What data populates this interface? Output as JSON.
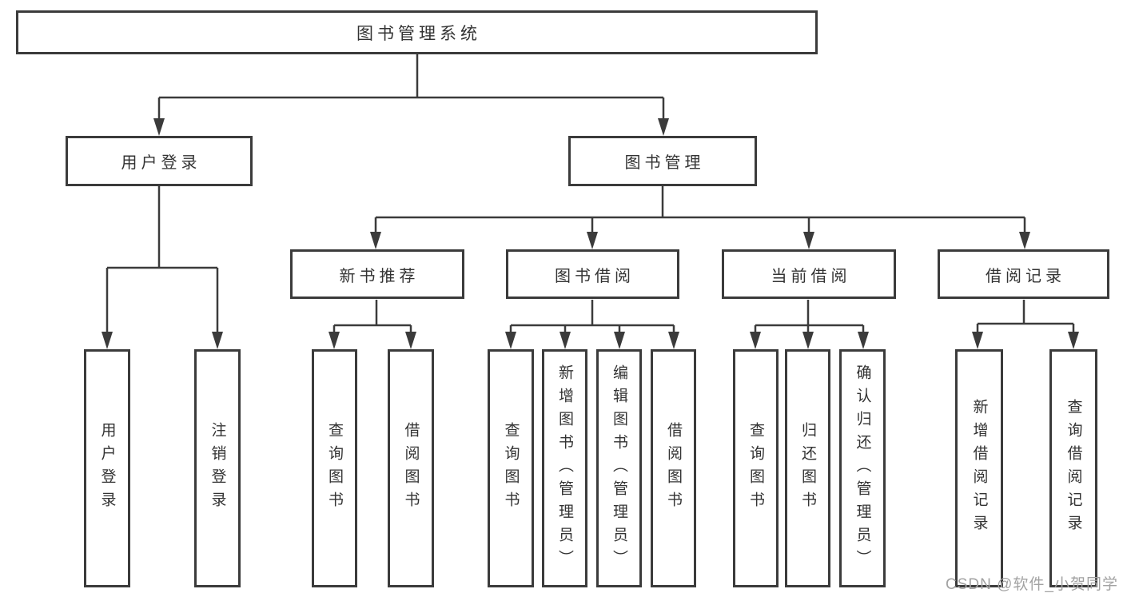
{
  "diagram": {
    "type": "hierarchy-tree",
    "orientation": "top-down",
    "colors": {
      "line": "#3b3b3b",
      "box_border": "#3b3b3b",
      "box_fill": "#ffffff",
      "text": "#333333",
      "watermark_text": "#a2a2a2",
      "background": "#ffffff"
    },
    "root": {
      "label": "图书管理系统"
    },
    "level2": {
      "user_login": {
        "label": "用户登录"
      },
      "book_management": {
        "label": "图书管理"
      }
    },
    "level3": {
      "new_book_recommend": {
        "label": "新书推荐",
        "parent": "图书管理"
      },
      "book_borrow": {
        "label": "图书借阅",
        "parent": "图书管理"
      },
      "current_borrow": {
        "label": "当前借阅",
        "parent": "图书管理"
      },
      "borrow_records": {
        "label": "借阅记录",
        "parent": "图书管理"
      }
    },
    "leaves": {
      "user_login_children": [
        {
          "label": "用户登录"
        },
        {
          "label": "注销登录"
        }
      ],
      "new_book_children": [
        {
          "label": "查询图书"
        },
        {
          "label": "借阅图书"
        }
      ],
      "book_borrow_children": [
        {
          "label": "查询图书"
        },
        {
          "label": "新增图书（管理员）"
        },
        {
          "label": "编辑图书（管理员）"
        },
        {
          "label": "借阅图书"
        }
      ],
      "current_borrow_children": [
        {
          "label": "查询图书"
        },
        {
          "label": "归还图书"
        },
        {
          "label": "确认归还（管理员）"
        }
      ],
      "borrow_record_children": [
        {
          "label": "新增借阅记录"
        },
        {
          "label": "查询借阅记录"
        }
      ]
    },
    "watermark": "CSDN @软件_小贺同学"
  }
}
